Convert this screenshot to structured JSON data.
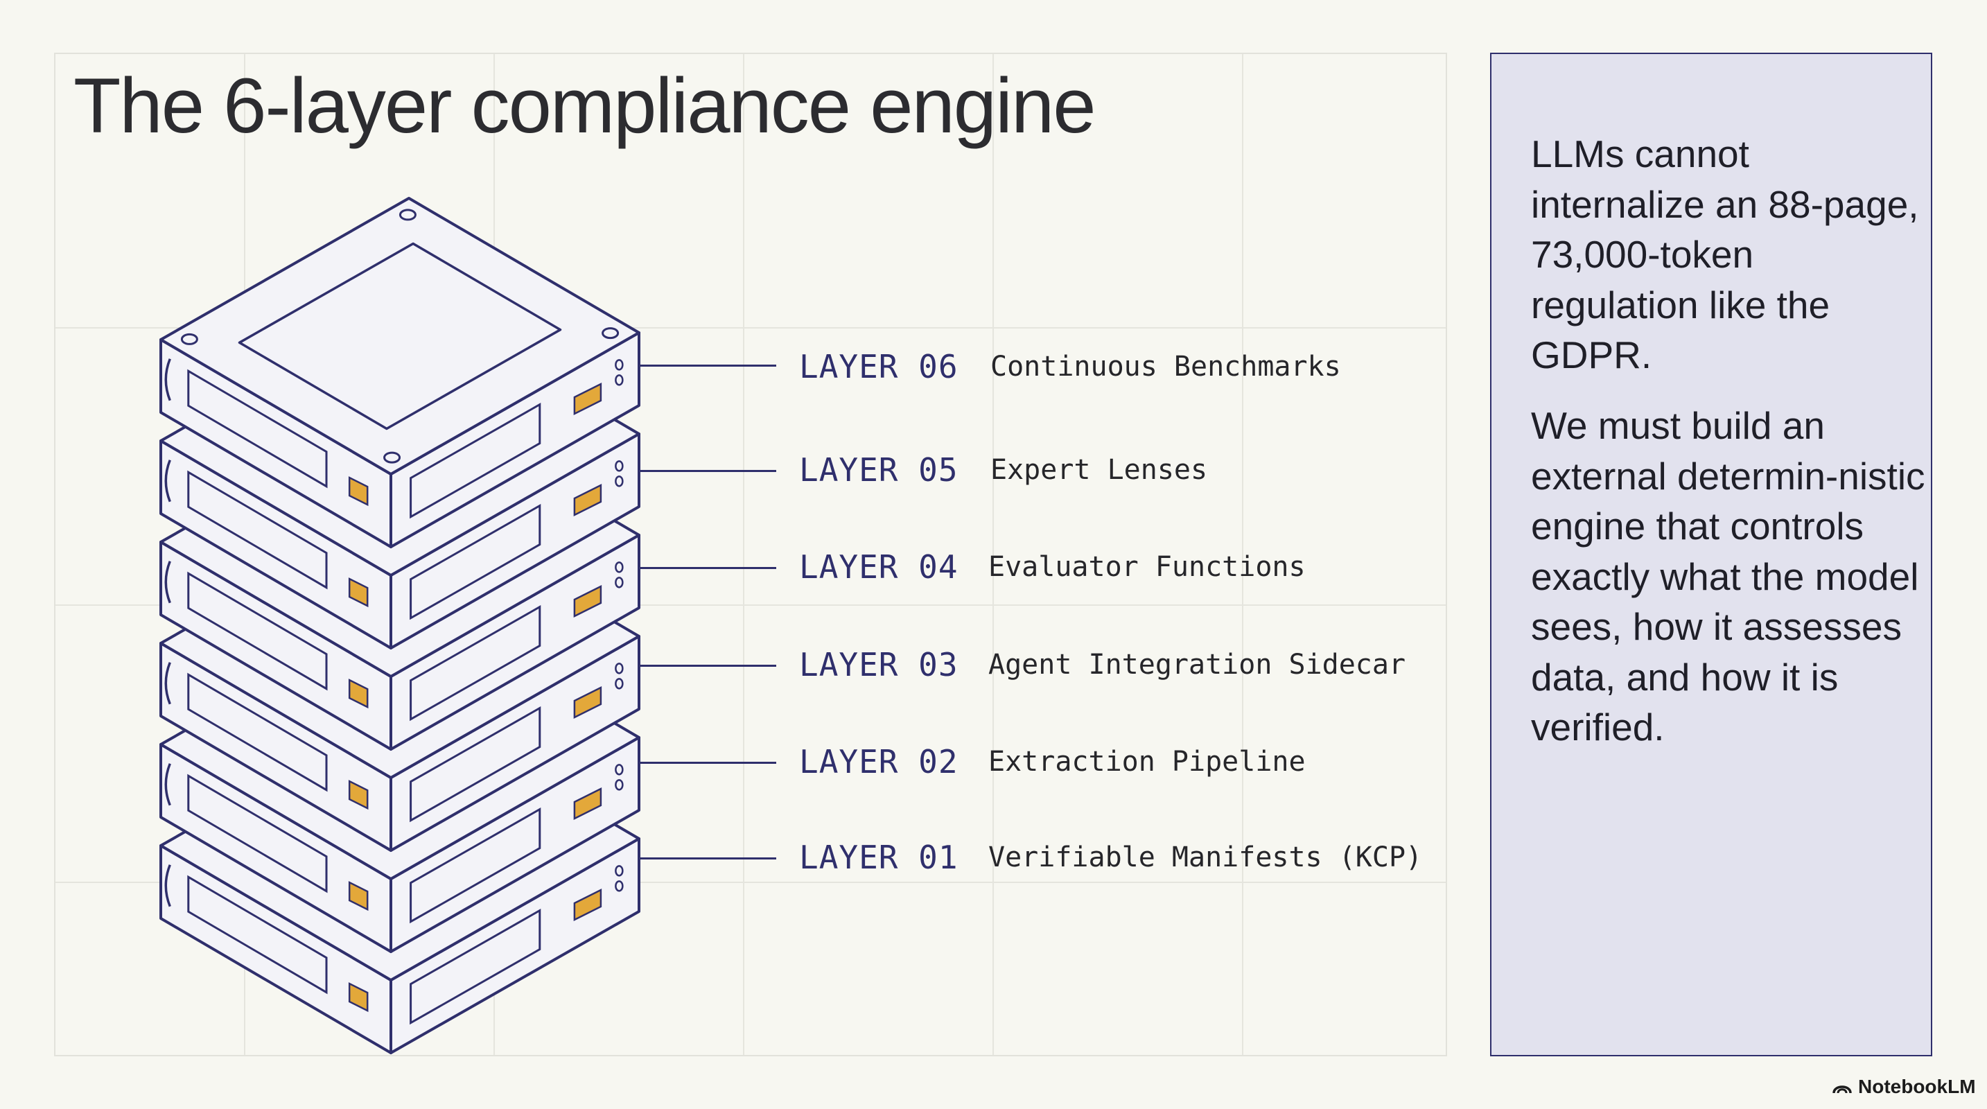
{
  "title": "The 6-layer compliance engine",
  "layers": [
    {
      "number": "LAYER 06",
      "name": "Continuous Benchmarks"
    },
    {
      "number": "LAYER 05",
      "name": "Expert Lenses"
    },
    {
      "number": "LAYER 04",
      "name": "Evaluator Functions"
    },
    {
      "number": "LAYER 03",
      "name": "Agent Integration Sidecar"
    },
    {
      "number": "LAYER 02",
      "name": "Extraction Pipeline"
    },
    {
      "number": "LAYER 01",
      "name": "Verifiable Manifests (KCP)"
    }
  ],
  "sidebar": {
    "paragraph1": "LLMs cannot internalize an 88-page, 73,000-token regulation like the GDPR.",
    "paragraph2": "We must build an external determin-nistic engine that controls exactly what the model sees, how it assesses data, and how it is verified."
  },
  "brand": {
    "label": "NotebookLM",
    "icon": "notebooklm-logo-icon"
  },
  "colors": {
    "background": "#f7f7f1",
    "accent": "#2f2f6c",
    "panel": "#e2e2ee",
    "indicator": "#e3a83a"
  }
}
